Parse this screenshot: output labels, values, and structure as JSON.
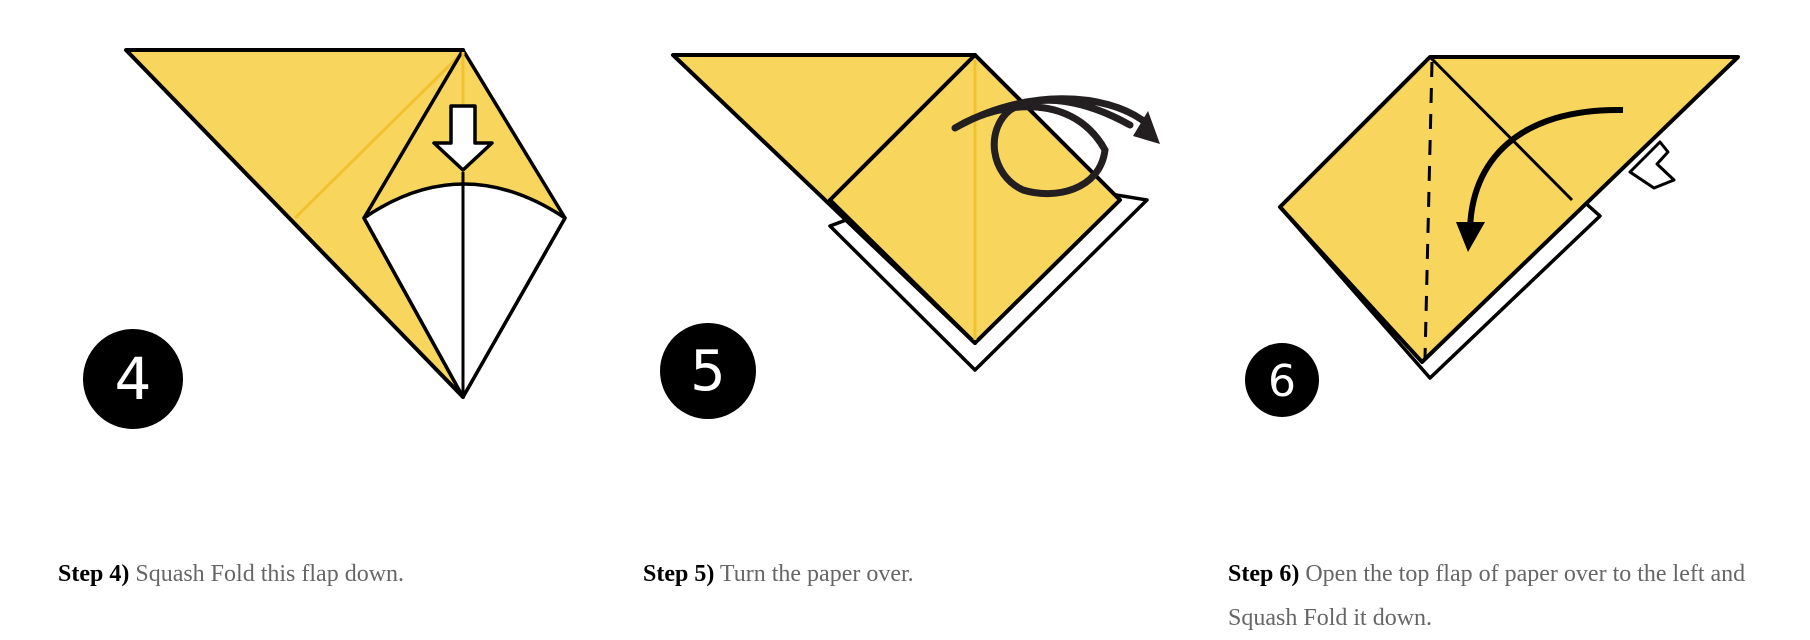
{
  "steps": [
    {
      "badge": "4",
      "label": "Step 4)",
      "text": "Squash Fold this flap down."
    },
    {
      "badge": "5",
      "label": "Step 5)",
      "text": "Turn the paper over."
    },
    {
      "badge": "6",
      "label": "Step 6)",
      "text": "Open the top flap of paper over to the left and Squash Fold it down."
    }
  ],
  "colors": {
    "paper": "#f8d65e",
    "crease": "#f0c22e",
    "ink": "#000000"
  }
}
